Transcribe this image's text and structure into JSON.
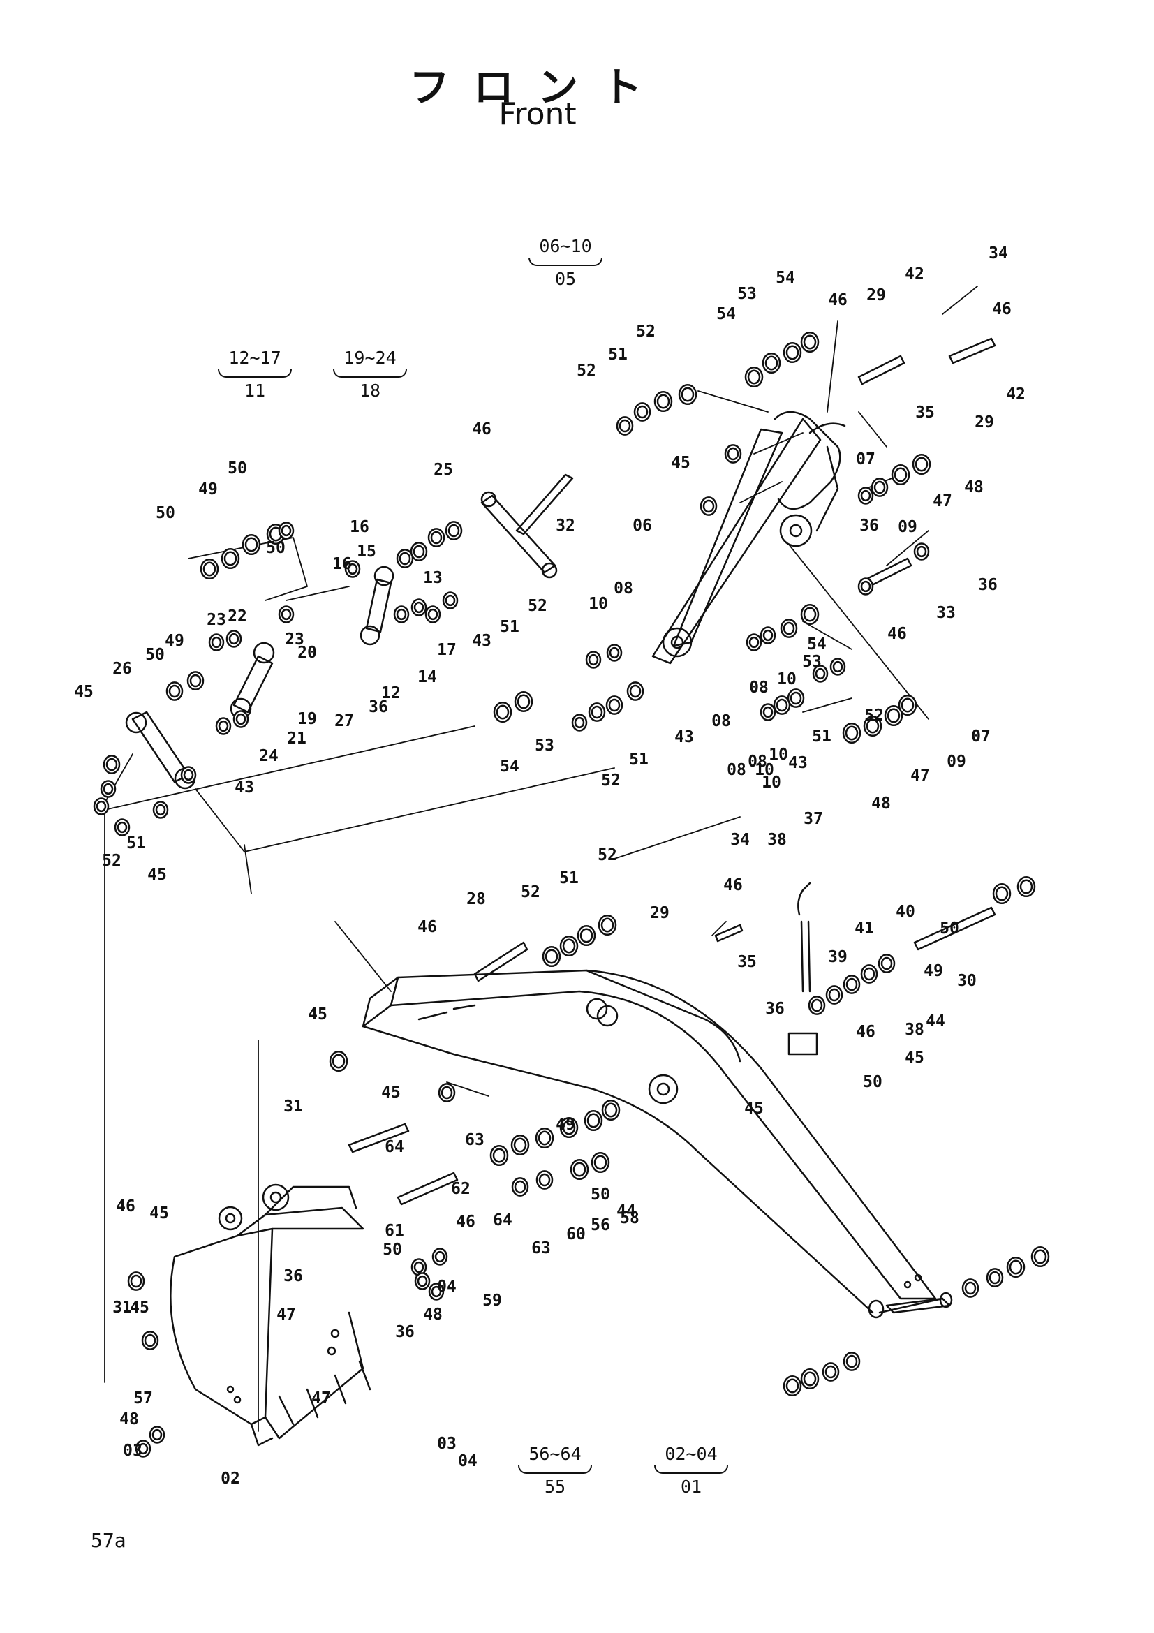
{
  "title": {
    "japanese": "フロント",
    "english": "Front"
  },
  "page_number": "57a",
  "groups": [
    {
      "range": "06~10",
      "parent": "05"
    },
    {
      "range": "12~17",
      "parent": "11"
    },
    {
      "range": "19~24",
      "parent": "18"
    },
    {
      "range": "56~64",
      "parent": "55"
    },
    {
      "range": "02~04",
      "parent": "01"
    }
  ],
  "part_labels": [
    "34",
    "46",
    "42",
    "29",
    "42",
    "35",
    "29",
    "54",
    "53",
    "54",
    "52",
    "51",
    "52",
    "46",
    "45",
    "07",
    "48",
    "47",
    "09",
    "36",
    "06",
    "36",
    "33",
    "46",
    "10",
    "08",
    "10",
    "08",
    "54",
    "53",
    "10",
    "08",
    "10",
    "08",
    "43",
    "52",
    "51",
    "54",
    "53",
    "51",
    "52",
    "07",
    "09",
    "47",
    "48",
    "08",
    "10",
    "43",
    "46",
    "25",
    "32",
    "50",
    "49",
    "50",
    "50",
    "16",
    "16",
    "15",
    "13",
    "52",
    "51",
    "43",
    "17",
    "14",
    "12",
    "36",
    "22",
    "23",
    "23",
    "49",
    "50",
    "26",
    "20",
    "19",
    "27",
    "45",
    "21",
    "24",
    "43",
    "52",
    "51",
    "45",
    "34",
    "46",
    "38",
    "37",
    "40",
    "41",
    "39",
    "28",
    "52",
    "51",
    "52",
    "46",
    "29",
    "35",
    "46",
    "45",
    "44",
    "30",
    "50",
    "49",
    "50",
    "38",
    "36",
    "45",
    "45",
    "46",
    "31",
    "31",
    "46",
    "50",
    "49",
    "50",
    "44",
    "45",
    "45",
    "45",
    "63",
    "64",
    "62",
    "61",
    "64",
    "63",
    "60",
    "56",
    "58",
    "59",
    "57",
    "48",
    "47",
    "36",
    "36",
    "47",
    "48",
    "04",
    "03",
    "02",
    "03",
    "04"
  ]
}
